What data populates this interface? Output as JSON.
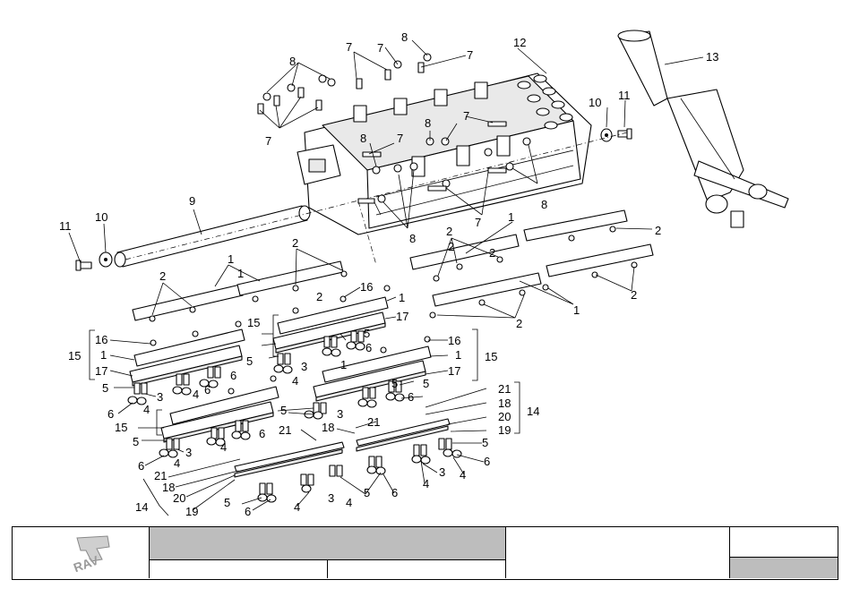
{
  "callouts": [
    {
      "id": "c7a",
      "text": "7"
    },
    {
      "id": "c8a",
      "text": "8"
    },
    {
      "id": "c7b",
      "text": "7"
    },
    {
      "id": "c12",
      "text": "12"
    },
    {
      "id": "c13",
      "text": "13"
    },
    {
      "id": "c8b",
      "text": "8"
    },
    {
      "id": "c7c",
      "text": "7"
    },
    {
      "id": "c8c",
      "text": "8"
    },
    {
      "id": "c7d",
      "text": "7"
    },
    {
      "id": "c10a",
      "text": "10"
    },
    {
      "id": "c11a",
      "text": "11"
    },
    {
      "id": "c7e",
      "text": "7"
    },
    {
      "id": "c8d",
      "text": "8"
    },
    {
      "id": "c8e",
      "text": "8"
    },
    {
      "id": "c9",
      "text": "9"
    },
    {
      "id": "c7f",
      "text": "7"
    },
    {
      "id": "c7g",
      "text": "7"
    },
    {
      "id": "c8f",
      "text": "8"
    },
    {
      "id": "c11b",
      "text": "11"
    },
    {
      "id": "c10b",
      "text": "10"
    },
    {
      "id": "c1a",
      "text": "1"
    },
    {
      "id": "c2a",
      "text": "2"
    },
    {
      "id": "c2b",
      "text": "2"
    },
    {
      "id": "c2c",
      "text": "2"
    },
    {
      "id": "c1b",
      "text": "1"
    },
    {
      "id": "c2d",
      "text": "2"
    },
    {
      "id": "c16a",
      "text": "16"
    },
    {
      "id": "c1c",
      "text": "1"
    },
    {
      "id": "c2e",
      "text": "2"
    },
    {
      "id": "c1d",
      "text": "1"
    },
    {
      "id": "c2f",
      "text": "2"
    },
    {
      "id": "c15a",
      "text": "15"
    },
    {
      "id": "c17a",
      "text": "17"
    },
    {
      "id": "c16b",
      "text": "16"
    },
    {
      "id": "c1e",
      "text": "1"
    },
    {
      "id": "c15b",
      "text": "15"
    },
    {
      "id": "c17b",
      "text": "17"
    },
    {
      "id": "c5a",
      "text": "5"
    },
    {
      "id": "c6a",
      "text": "6"
    },
    {
      "id": "c5b",
      "text": "5"
    },
    {
      "id": "c3a",
      "text": "3"
    },
    {
      "id": "c4a",
      "text": "4"
    },
    {
      "id": "c16c",
      "text": "16"
    },
    {
      "id": "c1f",
      "text": "1"
    },
    {
      "id": "c15c",
      "text": "15"
    },
    {
      "id": "c17c",
      "text": "17"
    },
    {
      "id": "c6b",
      "text": "6"
    },
    {
      "id": "c4b",
      "text": "4"
    },
    {
      "id": "c5c",
      "text": "5"
    },
    {
      "id": "c3b",
      "text": "3"
    },
    {
      "id": "c6c",
      "text": "6"
    },
    {
      "id": "c4c",
      "text": "4"
    },
    {
      "id": "c5d",
      "text": "5"
    },
    {
      "id": "c6d",
      "text": "6"
    },
    {
      "id": "c15d",
      "text": "15"
    },
    {
      "id": "c5e",
      "text": "5"
    },
    {
      "id": "c3c",
      "text": "3"
    },
    {
      "id": "c6e",
      "text": "6"
    },
    {
      "id": "c4d",
      "text": "4"
    },
    {
      "id": "c21a",
      "text": "21"
    },
    {
      "id": "c18a",
      "text": "18"
    },
    {
      "id": "c20a",
      "text": "20"
    },
    {
      "id": "c14a",
      "text": "14"
    },
    {
      "id": "c19a",
      "text": "19"
    },
    {
      "id": "c21b",
      "text": "21"
    },
    {
      "id": "c18b",
      "text": "18"
    },
    {
      "id": "c21c",
      "text": "21"
    },
    {
      "id": "c5f",
      "text": "5"
    },
    {
      "id": "c3d",
      "text": "3"
    },
    {
      "id": "c6f",
      "text": "6"
    },
    {
      "id": "c4e",
      "text": "4"
    },
    {
      "id": "c5g",
      "text": "5"
    },
    {
      "id": "c6g",
      "text": "6"
    },
    {
      "id": "c21d",
      "text": "21"
    },
    {
      "id": "c18c",
      "text": "18"
    },
    {
      "id": "c20b",
      "text": "20"
    },
    {
      "id": "c19b",
      "text": "19"
    },
    {
      "id": "c14b",
      "text": "14"
    },
    {
      "id": "c5h",
      "text": "5"
    },
    {
      "id": "c6h",
      "text": "6"
    },
    {
      "id": "c4f",
      "text": "4"
    },
    {
      "id": "c3e",
      "text": "3"
    },
    {
      "id": "c4g",
      "text": "4"
    },
    {
      "id": "c5i",
      "text": "5"
    },
    {
      "id": "c6i",
      "text": "6"
    },
    {
      "id": "c4h",
      "text": "4"
    },
    {
      "id": "c3f",
      "text": "3"
    },
    {
      "id": "c4i",
      "text": "4"
    },
    {
      "id": "c5j",
      "text": "5"
    },
    {
      "id": "c6j",
      "text": "6"
    },
    {
      "id": "c2g",
      "text": "2"
    },
    {
      "id": "c2h",
      "text": "2"
    },
    {
      "id": "c1g",
      "text": "1"
    },
    {
      "id": "c2i",
      "text": "2"
    },
    {
      "id": "c1h",
      "text": "1"
    }
  ],
  "title_block": {
    "logo_text": "RAV",
    "colors": {
      "grey": "#bdbdbd",
      "line": "#000000"
    }
  }
}
